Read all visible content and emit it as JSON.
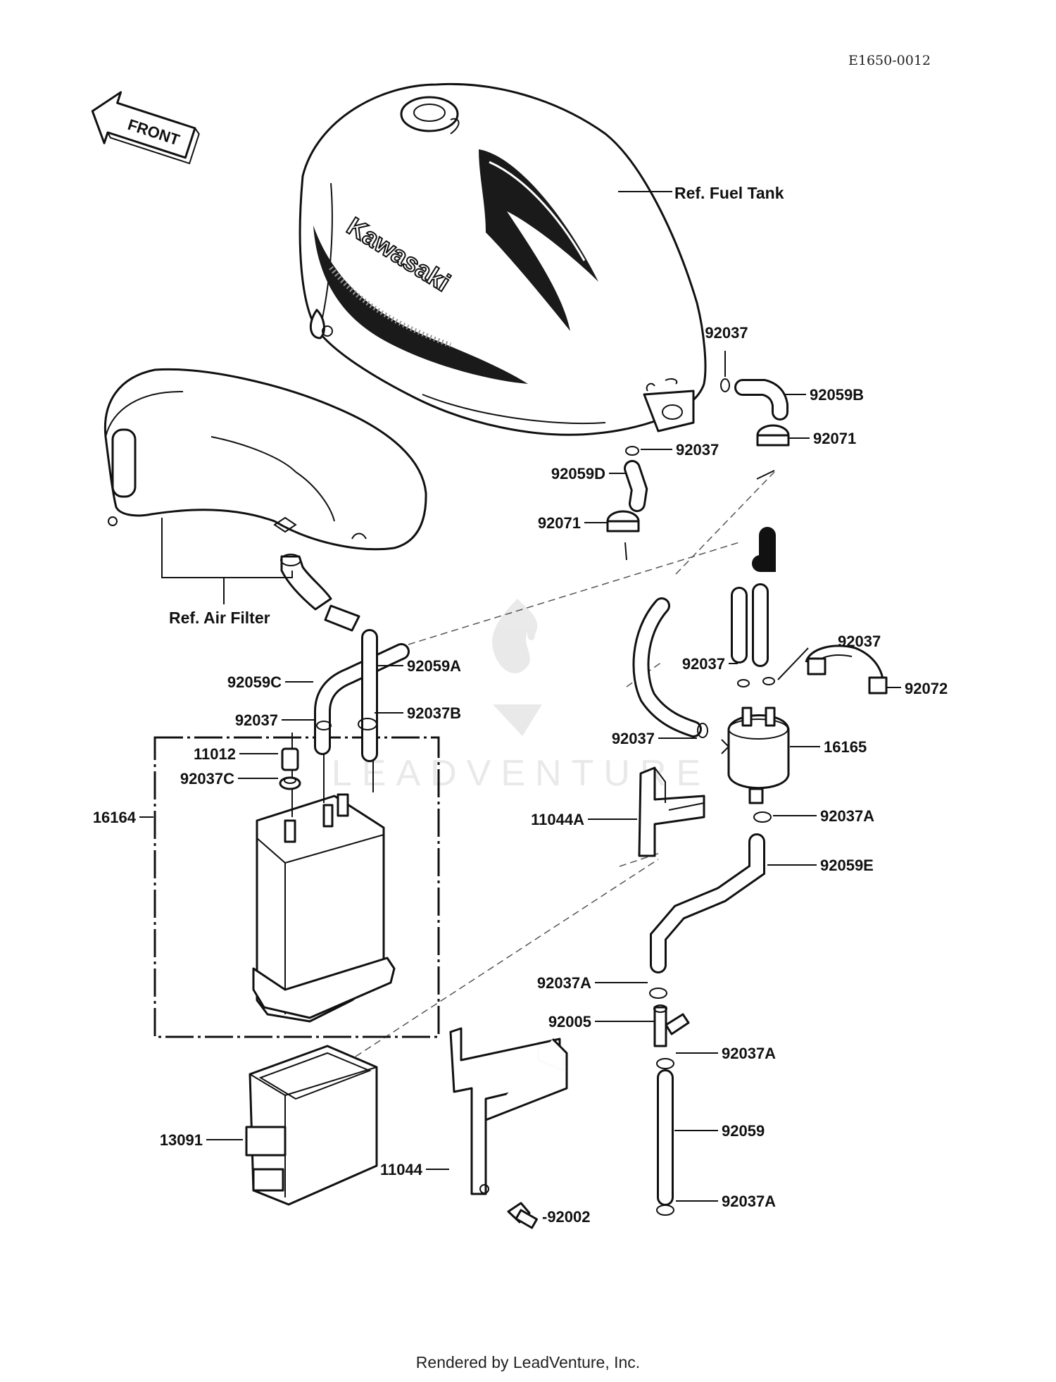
{
  "header": {
    "code": "E1650-0012"
  },
  "front_arrow": {
    "label": "FRONT"
  },
  "tank": {
    "brand": "Kawasaki"
  },
  "refs": {
    "fuel_tank": "Ref. Fuel Tank",
    "air_filter": "Ref. Air Filter"
  },
  "watermark": {
    "text": "LEADVENTURE"
  },
  "parts": {
    "p92037_a": "92037",
    "p92059B": "92059B",
    "p92037_b": "92037",
    "p92071_a": "92071",
    "p92059D": "92059D",
    "p92071_b": "92071",
    "p92037_c": "92037",
    "p92037_d": "92037",
    "p92072": "92072",
    "p92059C": "92059C",
    "p92059A": "92059A",
    "p92037_e": "92037",
    "p92037B": "92037B",
    "p92037_f": "92037",
    "p16165": "16165",
    "p11012": "11012",
    "p92037C": "92037C",
    "p16164": "16164",
    "p11044A": "11044A",
    "p92037A_a": "92037A",
    "p92059E": "92059E",
    "p92037A_b": "92037A",
    "p92005": "92005",
    "p92037A_c": "92037A",
    "p13091": "13091",
    "p92059": "92059",
    "p11044": "11044",
    "p92002": "-92002",
    "p92037A_d": "92037A"
  },
  "footer": {
    "text": "Rendered by LeadVenture, Inc."
  }
}
